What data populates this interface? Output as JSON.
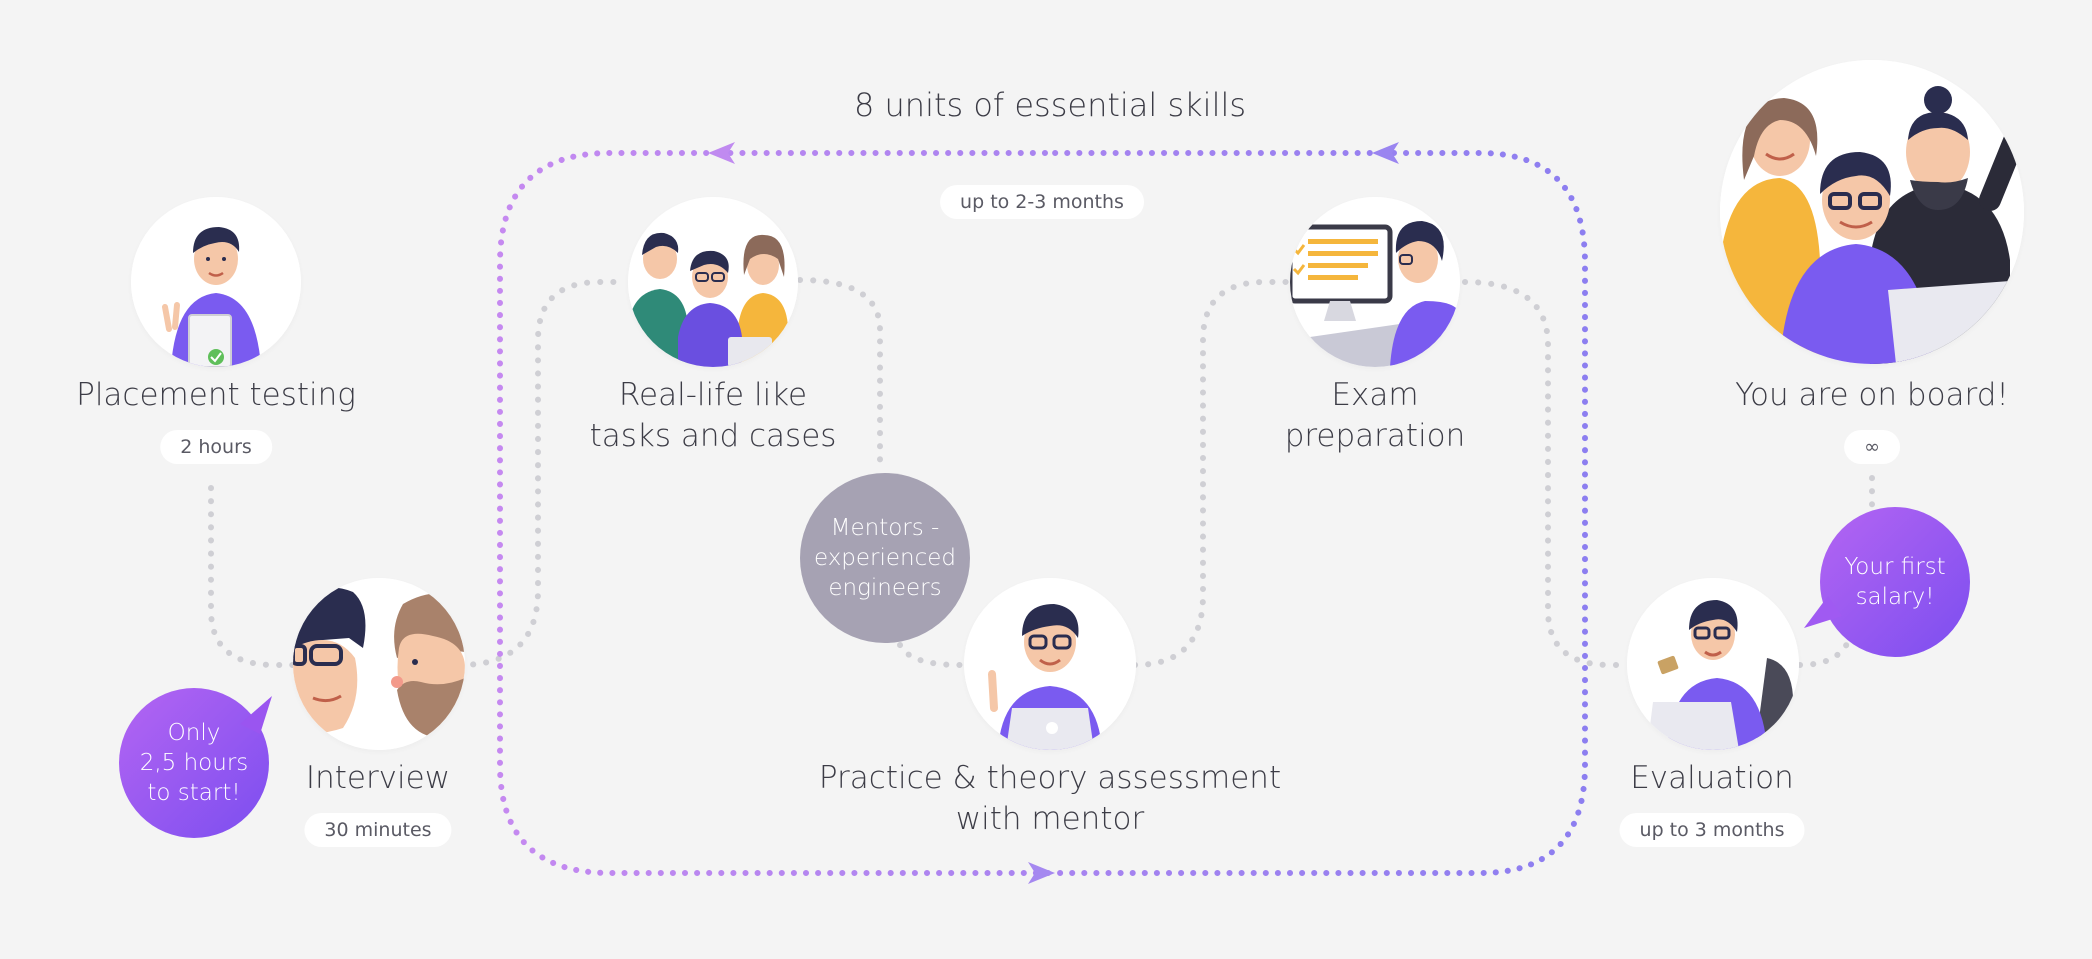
{
  "title": "8 units of essential skills",
  "main_duration": "up to 2-3 months",
  "steps": {
    "placement": {
      "label": "Placement testing",
      "duration": "2 hours"
    },
    "interview": {
      "label": "Interview",
      "duration": "30 minutes"
    },
    "tasks": {
      "label_line1": "Real-life like",
      "label_line2": "tasks and cases"
    },
    "exam": {
      "label_line1": "Exam",
      "label_line2": "preparation"
    },
    "practice": {
      "label_line1": "Practice & theory assessment",
      "label_line2": "with mentor"
    },
    "evaluation": {
      "label": "Evaluation",
      "duration": "up to 3 months"
    },
    "onboard": {
      "label": "You are on board!",
      "duration": "∞"
    }
  },
  "bubbles": {
    "start": {
      "line1": "Only",
      "line2": "2,5 hours",
      "line3": "to start!"
    },
    "mentors": {
      "line1": "Mentors -",
      "line2": "experienced",
      "line3": "engineers"
    },
    "salary": {
      "line1": "Your first",
      "line2": "salary!"
    }
  },
  "colors": {
    "background": "#f4f4f4",
    "loop_dots": "#a98ef0",
    "grey_dots": "#cfcfd4",
    "bubble_purple_start": "#b465f2",
    "bubble_purple_end": "#7c4ef0",
    "bubble_grey": "#a6a2b3",
    "shirt_purple": "#7a5bf0",
    "hair": "#2a2d4f"
  }
}
